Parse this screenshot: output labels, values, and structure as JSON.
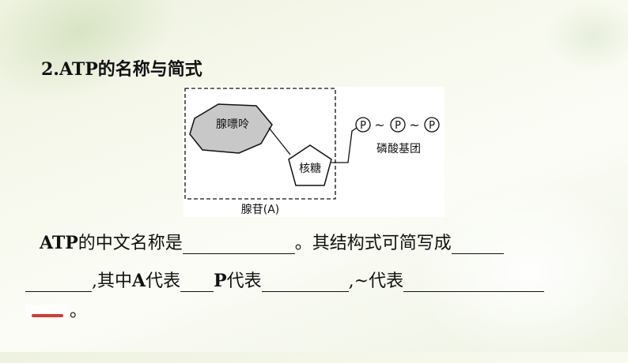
{
  "heading": "2.ATP的名称与简式",
  "diagram": {
    "adenine_label": "腺嘌呤",
    "ribose_label": "核糖",
    "adenosine_label": "腺苷(A)",
    "phosphate_symbol": "P",
    "tilde": "~",
    "phosphate_group_label": "磷酸基团"
  },
  "text": {
    "line1_prefix": "ATP",
    "line1_mid": "的中文名称是",
    "line1_after": "。其结构式可简写成",
    "line2_mid1": ",其中",
    "line2_A": "A",
    "line2_mid2": "代表",
    "line2_P": "P",
    "line2_mid3": "代表",
    "line2_tilde": ",~",
    "line2_mid4": "代表",
    "line3_end": "。"
  }
}
